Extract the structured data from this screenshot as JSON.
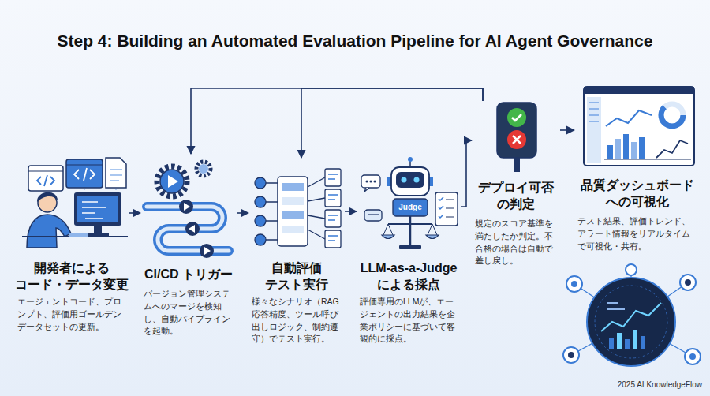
{
  "diagram": {
    "title": "Step 4: Building an Automated Evaluation Pipeline for AI Agent Governance",
    "nodes": [
      {
        "text": [
          "開発者による コード・データ変更",
          "エージェントコード、プロンプト、評価用ゴールデンデータセットの更新。"
        ]
      },
      {
        "text": [
          "CI/CD トリガー",
          "バージョン管理システムへのマージを検知し、自動パイプラインを起動。"
        ]
      },
      {
        "text": [
          "自動評価 テスト実行",
          "様々なシナリオ（RAG応答精度、ツール呼び出しロジック、制約遵守）でテスト実行。"
        ]
      },
      {
        "text": [
          "LLM-as-a-Judge による採点",
          "評価専用のLLMが、エージェントの出力結果を企業ポリシーに基づいて客観的に採点。"
        ]
      },
      {
        "text": [
          "デプロイ可否 の判定",
          "規定のスコア基準を満たしたか判定。不合格の場合は自動で差し戻し。"
        ]
      },
      {
        "text": [
          "品質ダッシュボード への可視化",
          "テスト結果、評価トレンド、アラート情報をリアルタイムで可視化・共有。"
        ]
      }
    ],
    "edges": [
      {
        "from": 0,
        "to": 1,
        "arrow": "to"
      },
      {
        "from": 1,
        "to": 2,
        "arrow": "to"
      },
      {
        "from": 2,
        "to": 3,
        "arrow": "to"
      },
      {
        "from": 3,
        "to": 4,
        "arrow": "to"
      },
      {
        "from": 4,
        "to": 5,
        "arrow": "to"
      },
      {
        "from": 4,
        "to": 2,
        "arrow": "to"
      },
      {
        "from": 4,
        "to": 1,
        "arrow": "to"
      }
    ],
    "labels": [
      "Judge",
      "2025 AI KnowledgeFlow"
    ]
  }
}
